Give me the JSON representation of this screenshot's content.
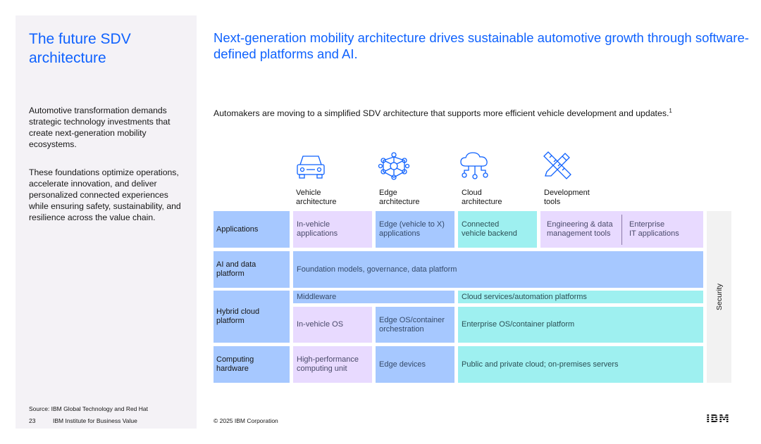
{
  "sidebar": {
    "title": "The future SDV architecture",
    "para1": "Automotive transformation demands strategic technology investments that create next-generation mobility ecosystems.",
    "para2": "These foundations optimize operations, accelerate innovation, and deliver personalized connected experiences while ensuring safety, sustainability, and resilience across the value chain.",
    "source": "Source: IBM Global Technology and Red Hat",
    "page_number": "23",
    "org": "IBM Institute for Business Value"
  },
  "main": {
    "headline": "Next-generation mobility architecture drives sustainable automotive growth through software-defined platforms and AI.",
    "subtext": "Automakers are moving to a simplified SDV architecture that supports more efficient vehicle development and updates.",
    "subtext_footnote": "1"
  },
  "columns": [
    {
      "label": "Vehicle\narchitecture",
      "icon": "car-icon"
    },
    {
      "label": "Edge\narchitecture",
      "icon": "network-icon"
    },
    {
      "label": "Cloud\narchitecture",
      "icon": "cloud-icon"
    },
    {
      "label": "Development\ntools",
      "icon": "tools-icon"
    }
  ],
  "rows": {
    "applications": {
      "label": "Applications",
      "cells": [
        "In-vehicle\napplications",
        "Edge (vehicle to X)\napplications",
        "Connected\nvehicle backend",
        "Engineering & data\nmanagement tools",
        "Enterprise\nIT applications"
      ]
    },
    "ai": {
      "label": "AI and data\nplatform",
      "cells": [
        "Foundation models, governance, data platform"
      ]
    },
    "hybrid": {
      "label": "Hybrid cloud\nplatform",
      "cells": [
        "Middleware",
        "Cloud services/automation platforms",
        "In-vehicle OS",
        "Edge OS/container\norchestration",
        "Enterprise OS/container platform"
      ]
    },
    "computing": {
      "label": "Computing\nhardware",
      "cells": [
        "High-performance\ncomputing unit",
        "Edge devices",
        "Public and private cloud; on-premises servers"
      ]
    }
  },
  "security_label": "Security",
  "footer": {
    "copyright": "© 2025 IBM Corporation",
    "logo": "IBM"
  },
  "colors": {
    "accent": "#0f62fe",
    "lavender": "#e8daff",
    "blue": "#a6c8ff",
    "cyan": "#9ef0f0"
  }
}
